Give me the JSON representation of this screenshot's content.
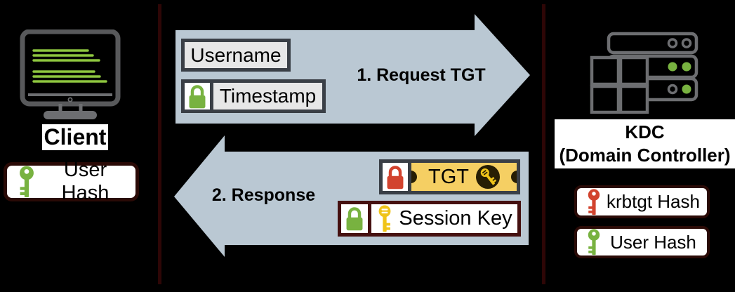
{
  "colors": {
    "background": "#000000",
    "divider": "#2e0606",
    "arrow": "#bac8d3",
    "box_border": "#3a3f46",
    "box_fill": "#e7e7e7",
    "maroon_border": "#451010",
    "badge_border": "#2a0a06",
    "green": "#78b240",
    "screen_line_green": "#8ec63f",
    "red": "#d2432e",
    "gold": "#f0c419",
    "ticket_fill": "#f5cf63",
    "ticket_circle": "#271e04",
    "icon_gray": "#6d6e71",
    "monitor_gray": "#58595b",
    "label_bg": "#ffffff",
    "text": "#000000"
  },
  "client": {
    "label": "Client",
    "hash_badge": {
      "label": "User Hash",
      "key_icon": "green-key-icon"
    }
  },
  "request_arrow": {
    "label": "1. Request TGT",
    "direction": "right",
    "username_box": {
      "label": "Username"
    },
    "timestamp_box": {
      "label": "Timestamp",
      "lock_icon": "green-lock-icon"
    }
  },
  "response_arrow": {
    "label": "2. Response",
    "direction": "left",
    "tgt_box": {
      "label": "TGT",
      "lock_icon": "red-lock-icon",
      "key_icon": "gold-key-icon"
    },
    "session_key_box": {
      "label": "Session Key",
      "lock_icon": "green-lock-icon",
      "key_icon": "gold-key-icon"
    }
  },
  "kdc": {
    "label_line1": "KDC",
    "label_line2": "(Domain Controller)",
    "badges": [
      {
        "label": "krbtgt Hash",
        "key_icon": "red-key-icon"
      },
      {
        "label": "User Hash",
        "key_icon": "green-key-icon"
      }
    ]
  }
}
